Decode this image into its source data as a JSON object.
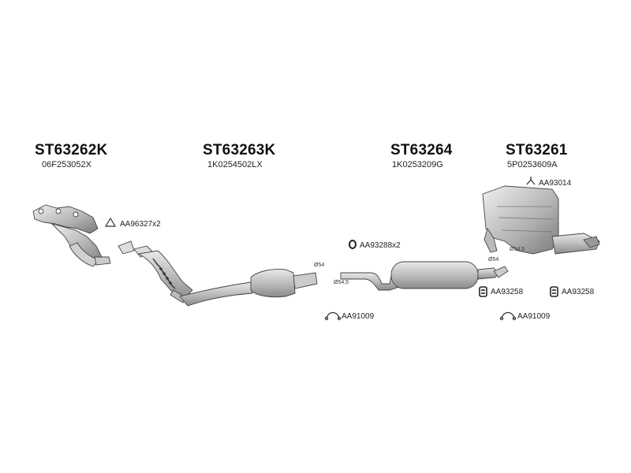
{
  "groups": [
    {
      "code": "ST63262K",
      "part": "06F253052X"
    },
    {
      "code": "ST63263K",
      "part": "1K0254502LX"
    },
    {
      "code": "ST63264",
      "part": "1K0253209G"
    },
    {
      "code": "ST63261",
      "part": "5P0253609A"
    }
  ],
  "accessories": {
    "gasket_front": "AA96327",
    "gasket_front_qty": "x2",
    "hanger_mid": "AA93288",
    "hanger_mid_qty": "x2",
    "clamp_mid": "AA91009",
    "bracket_rear": "AA93014",
    "mount_rear_left": "AA93258",
    "mount_rear_right": "AA93258",
    "clamp_rear": "AA91009"
  },
  "dimensions": {
    "d54_mid": "Ø54",
    "d545_mid": "Ø54,5",
    "d54_rear": "Ø54",
    "d545_rear": "Ø54,5"
  }
}
